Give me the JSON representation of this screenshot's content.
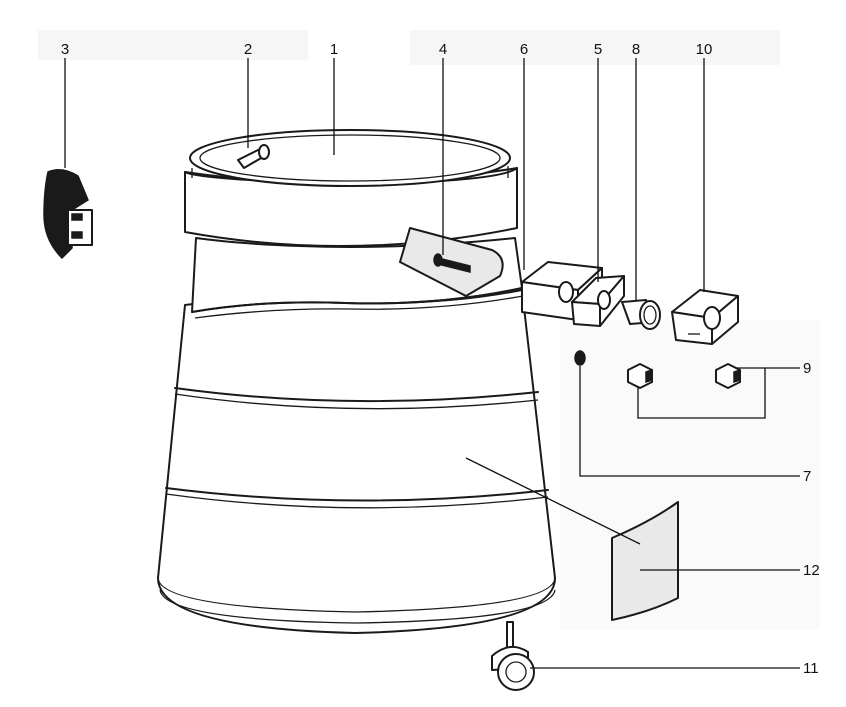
{
  "callouts": [
    "1",
    "2",
    "3",
    "4",
    "5",
    "6",
    "7",
    "8",
    "9",
    "10",
    "11",
    "12"
  ]
}
